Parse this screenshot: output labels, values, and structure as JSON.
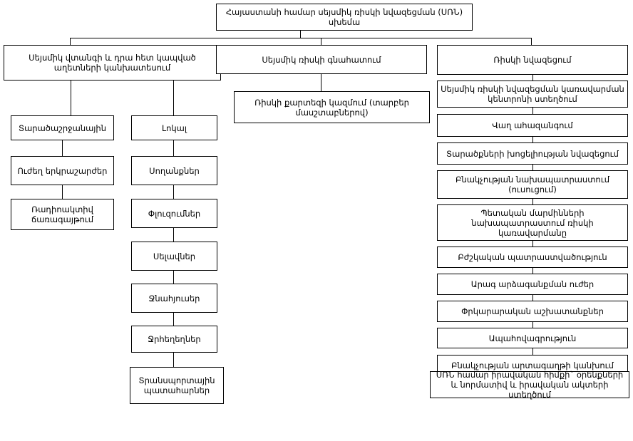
{
  "diagram": {
    "title_node": {
      "id": "root",
      "label": "Հայաստանի համար սեյսմիկ ռիսկի նվազեցման (ՍՌՆ) սխեմա"
    },
    "columns": {
      "left": {
        "header": "Սեյսմիկ վտանգի և դրա հետ կապված աղետների կանխատեսում",
        "branch_regional": {
          "items": [
            "Տարածաշրջանային",
            "Ուժեղ երկրաշարժեր",
            "Ռադիոակտիվ ճառագայթում"
          ]
        },
        "branch_local": {
          "items": [
            "Լոկալ",
            "Սողանքներ",
            "Փլուզումներ",
            "Սելավներ",
            "Ջնահյուսեր",
            "Ջրհեղեղներ",
            "Տրանսպորտային պատահարներ"
          ]
        }
      },
      "middle": {
        "header": "Սեյսմիկ ռիսկի գնահատում",
        "items": [
          "Ռիսկի քարտեզի կազմում (տարբեր մասշտաբներով)"
        ]
      },
      "right": {
        "header": "Ռիսկի նվազեցում",
        "items": [
          "Սեյսմիկ ռիսկի նվազեցման կառավարման կենտրոնի ստեղծում",
          "Վաղ ահազանգում",
          "Տարածքների խոցելիության նվազեցում",
          "Բնակչության նախապատրաստում (ուսուցում)",
          "Պետական մարմինների նախապատրաստում ռիսկի կառավարմանը",
          "Բժշկական պատրաստվածություն",
          "Արագ արձագանքման ուժեր",
          "Փրկարարական աշխատանքներ",
          "Ապահովագրություն",
          "Բնակչության արտագաղթի կանխում",
          "ՍՌՆ համար իրավական հիմքի` օրենքների և նորմատիվ և իրավական ակտերի ստեղծում"
        ]
      }
    },
    "colors": {
      "background": "#ffffff",
      "border": "#000000",
      "text": "#000000"
    }
  }
}
